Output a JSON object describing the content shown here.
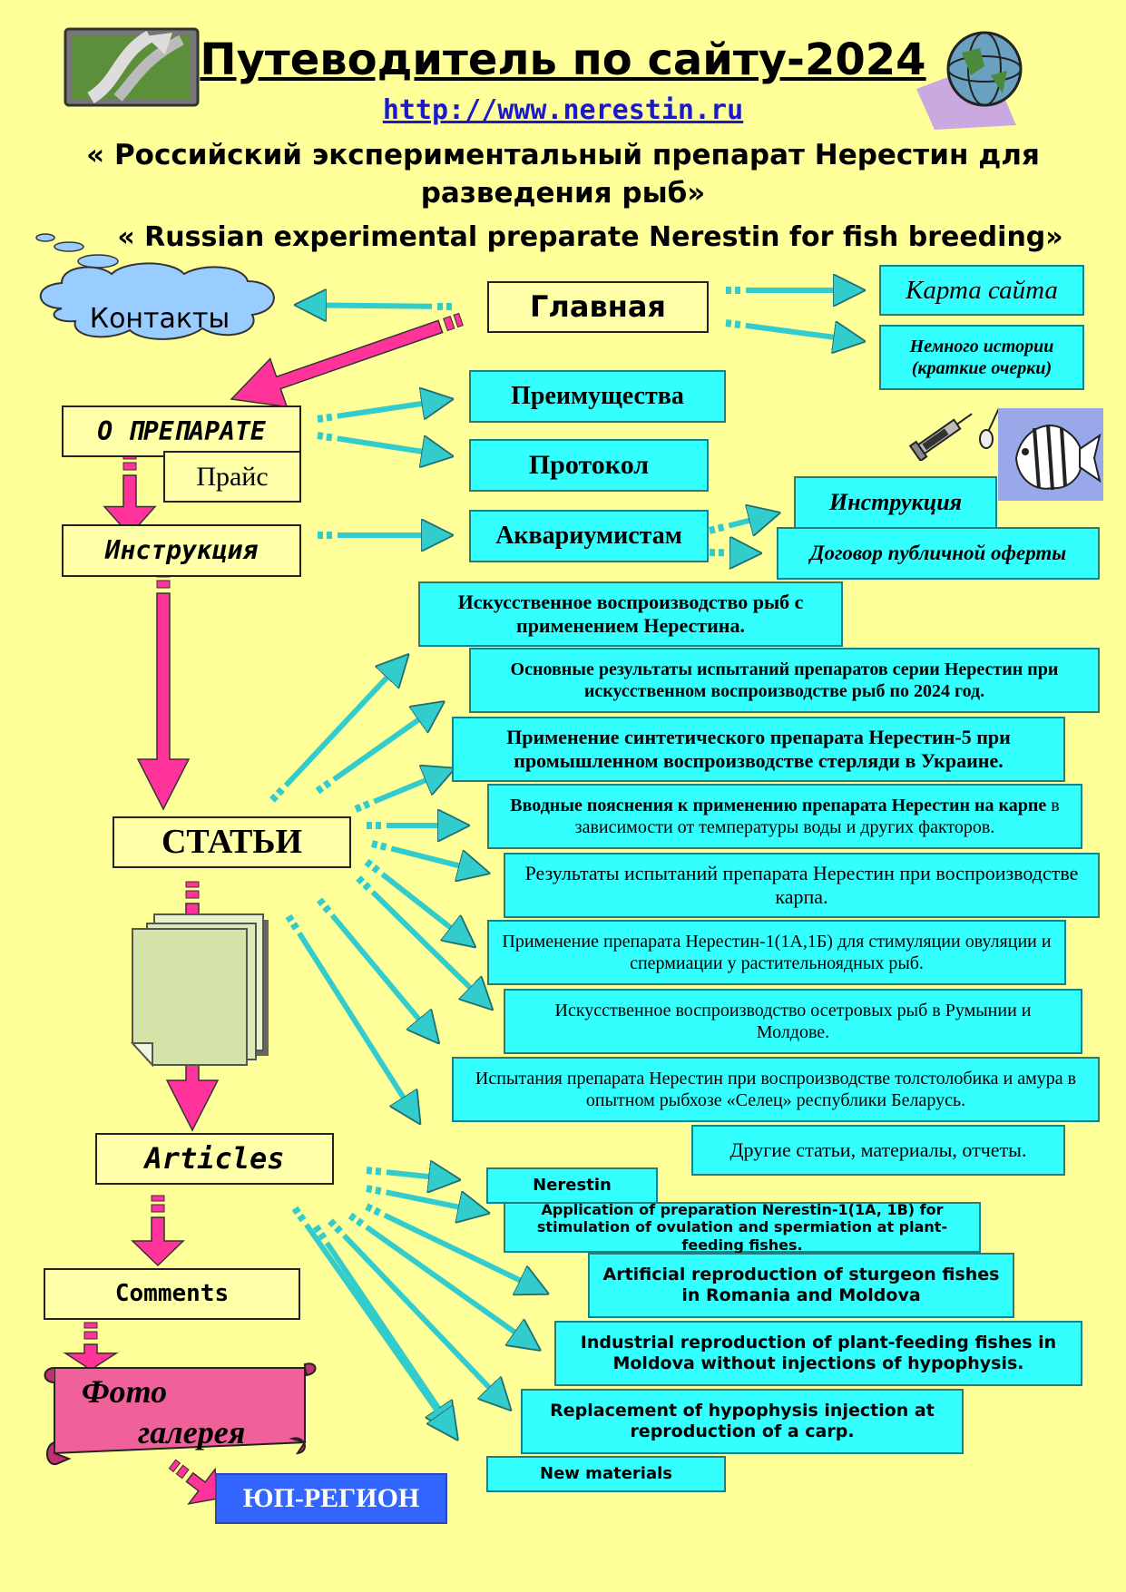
{
  "header": {
    "title": "Путеводитель по сайту-2024",
    "url": "http://www.nerestin.ru",
    "subtitle_ru": "« Российский экспериментальный препарат Нерестин для разведения рыб»",
    "subtitle_en": "« Russian experimental preparate Nerestin for fish breeding»"
  },
  "nodes": {
    "contacts": "Контакты",
    "main": "Главная",
    "sitemap": "Карта сайта",
    "history": "Немного истории (краткие очерки)",
    "about": "О ПРЕПАРАТЕ",
    "price": "Прайс",
    "advantages": "Преимущества",
    "protocol": "Протокол",
    "instruction_left": "Инструкция",
    "aquarists": "Аквариумистам",
    "instruction_right": "Инструкция",
    "offer": "Договор публичной оферты",
    "articles_ru": "СТАТЬИ",
    "articles_en": "Articles",
    "comments": "Comments",
    "gallery_line1": "Фото",
    "gallery_line2": "галерея",
    "region": "ЮП-РЕГИОН"
  },
  "articles_ru": [
    "Искусственное воспроизводство рыб с применением Нерестина.",
    "Основные результаты испытаний препаратов серии Нерестин при искусственном воспроизводстве рыб по 2024 год.",
    "Применение синтетического препарата Нерестин-5 при промышленном воспроизводстве стерляди в Украине.",
    "Вводные пояснения к применению препарата Нерестин на карпе в зависимости от температуры воды и других факторов.",
    "Результаты испытаний препарата Нерестин при воспроизводстве карпа.",
    "Применение препарата Нерестин-1(1А,1Б) для стимуляции овуляции и спермиации у растительноядных рыб.",
    "Искусственное воспроизводство осетровых рыб в Румынии и Молдове.",
    "Испытания препарата Нерестин при воспроизводстве толстолобика и амура в опытном рыбхозе «Селец» республики  Беларусь.",
    "Другие статьи, материалы, отчеты."
  ],
  "articles_en": [
    "Nerestin",
    "Application of preparation Nerestin-1(1A, 1B) for stimulation of ovulation and spermiation at plant-feeding fishes.",
    "Artificial reproduction of sturgeon fishes in Romania and Moldova",
    "Industrial reproduction of plant-feeding fishes in Moldova without injections of hypophysis.",
    "Replacement of hypophysis injection at reproduction of a carp.",
    "New materials"
  ],
  "colors": {
    "background": "#ffff99",
    "cyan": "#33ffff",
    "pink": "#ff3399",
    "teal": "#33cccc",
    "blue": "#3366ff"
  },
  "icons": [
    "road-sign-icon",
    "globe-icon",
    "syringe-icon",
    "magnifier-icon",
    "angelfish-icon",
    "documents-icon",
    "scroll-banner-icon"
  ]
}
